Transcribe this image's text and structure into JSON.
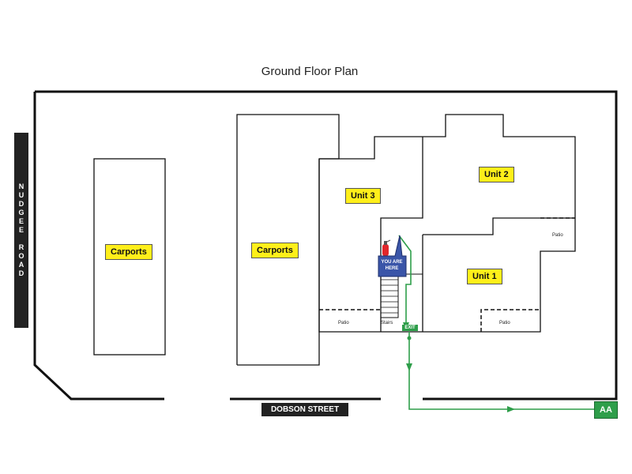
{
  "title": "Ground Floor Plan",
  "roads": {
    "nudgee_road": "NUDGEE ROAD",
    "dobson_street": "DOBSON STREET"
  },
  "areas": {
    "carports_left": "Carports",
    "carports_center": "Carports",
    "unit1": "Unit 1",
    "unit2": "Unit 2",
    "unit3": "Unit 3",
    "patio_unit3": "Patio",
    "patio_unit1": "Patio",
    "patio_unit2": "Patio",
    "stairs": "Stairs"
  },
  "markers": {
    "you_are_here": "YOU ARE HERE",
    "exit": "EXIT",
    "assembly_area": "AA"
  },
  "colors": {
    "label_fill": "#ffef1a",
    "wall": "#111111",
    "exit_route": "#2e9e4a",
    "you_are_here": "#3a55a8",
    "extinguisher": "#e0262b",
    "road_sign": "#222222"
  },
  "icons": {
    "fire_extinguisher": "fire-extinguisher-icon",
    "you_are_here_pin": "you-are-here-pin-icon"
  }
}
